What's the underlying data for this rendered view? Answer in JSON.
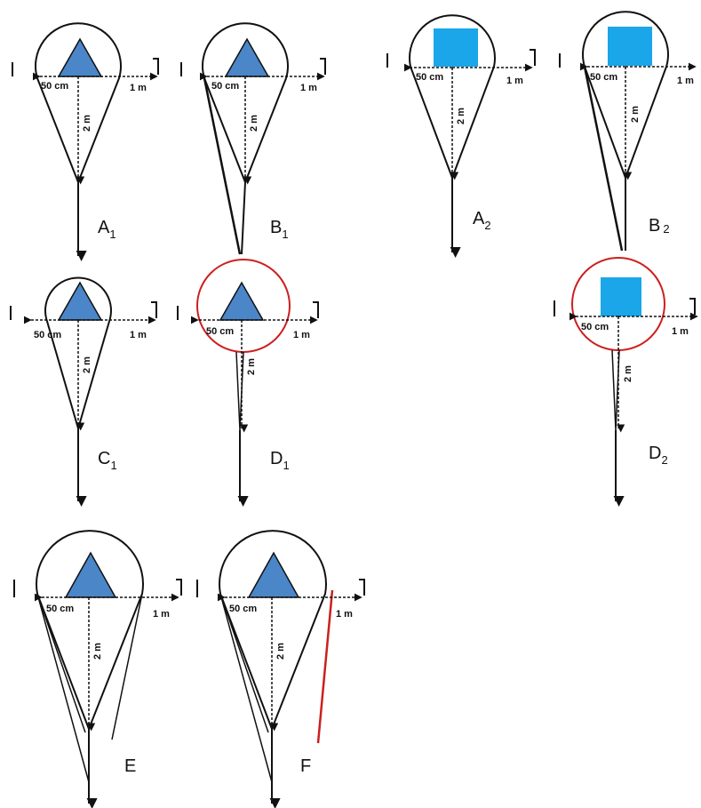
{
  "labels": {
    "width_small": "50 cm",
    "width_large": "1 m",
    "height": "2 m"
  },
  "panels": [
    {
      "id": "A1",
      "letter": "A",
      "sub": "1",
      "shape": "triangle"
    },
    {
      "id": "B1",
      "letter": "B",
      "sub": "1",
      "shape": "triangle"
    },
    {
      "id": "A2",
      "letter": "A",
      "sub": "2",
      "shape": "square"
    },
    {
      "id": "B2",
      "letter": "B",
      "sub": "2",
      "shape": "square"
    },
    {
      "id": "C1",
      "letter": "C",
      "sub": "1",
      "shape": "triangle"
    },
    {
      "id": "D1",
      "letter": "D",
      "sub": "1",
      "shape": "triangle"
    },
    {
      "id": "D2",
      "letter": "D",
      "sub": "2",
      "shape": "square"
    },
    {
      "id": "E",
      "letter": "E",
      "sub": "",
      "shape": "triangle"
    },
    {
      "id": "F",
      "letter": "F",
      "sub": "",
      "shape": "triangle"
    }
  ],
  "colors": {
    "triangle_fill": "#4a86c8",
    "square_fill": "#1aa6e8",
    "highlight": "#cc1f1f",
    "stroke": "#111111"
  }
}
